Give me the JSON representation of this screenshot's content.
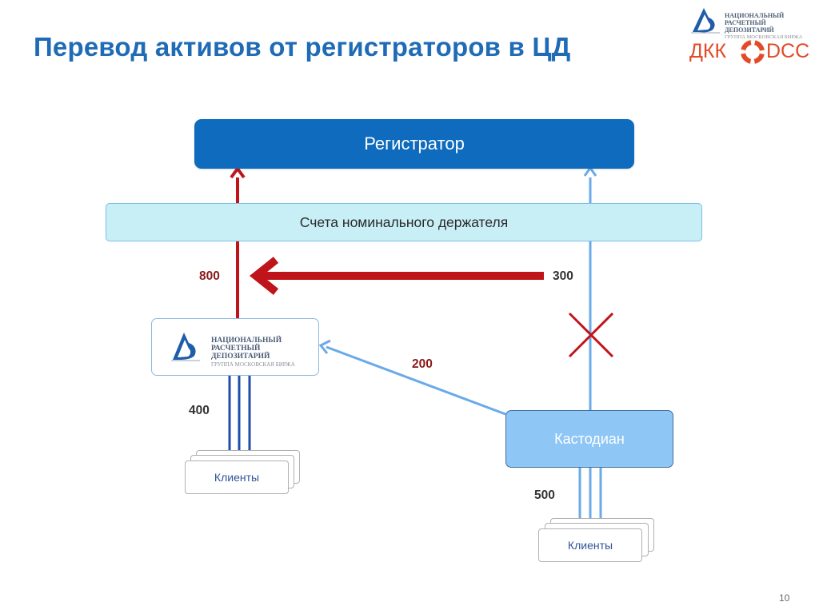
{
  "title": "Перевод активов от регистраторов в ЦД",
  "logo_top": {
    "line1": "Национальный",
    "line2": "Расчетный депозитарий",
    "line3": "Группа Московская Биржа"
  },
  "logo_dkk": {
    "left": "ДКК",
    "right": "DCC"
  },
  "nodes": {
    "registrar": "Регистратор",
    "nominee_accounts": "Счета номинального держателя",
    "nsd": {
      "line1": "Национальный",
      "line2": "Расчетный депозитарий",
      "line3": "Группа Московская Биржа"
    },
    "custodian": "Кастодиан",
    "clients_left": "Клиенты",
    "clients_right": "Клиенты"
  },
  "labels": {
    "transfer_target": "800",
    "transfer_source": "300",
    "custodian_to_nsd": "200",
    "nsd_clients": "400",
    "custodian_clients": "500"
  },
  "colors": {
    "title": "#1f6bb6",
    "registrar_fill": "#0f6bbd",
    "nominee_fill": "#c8eef6",
    "custodian_fill": "#8ec6f6",
    "red_arrow": "#c0141b",
    "blue_arrow": "#6aaae8",
    "dark_blue_line": "#1f4fa8",
    "cross": "#c0141b"
  },
  "page_number": "10"
}
